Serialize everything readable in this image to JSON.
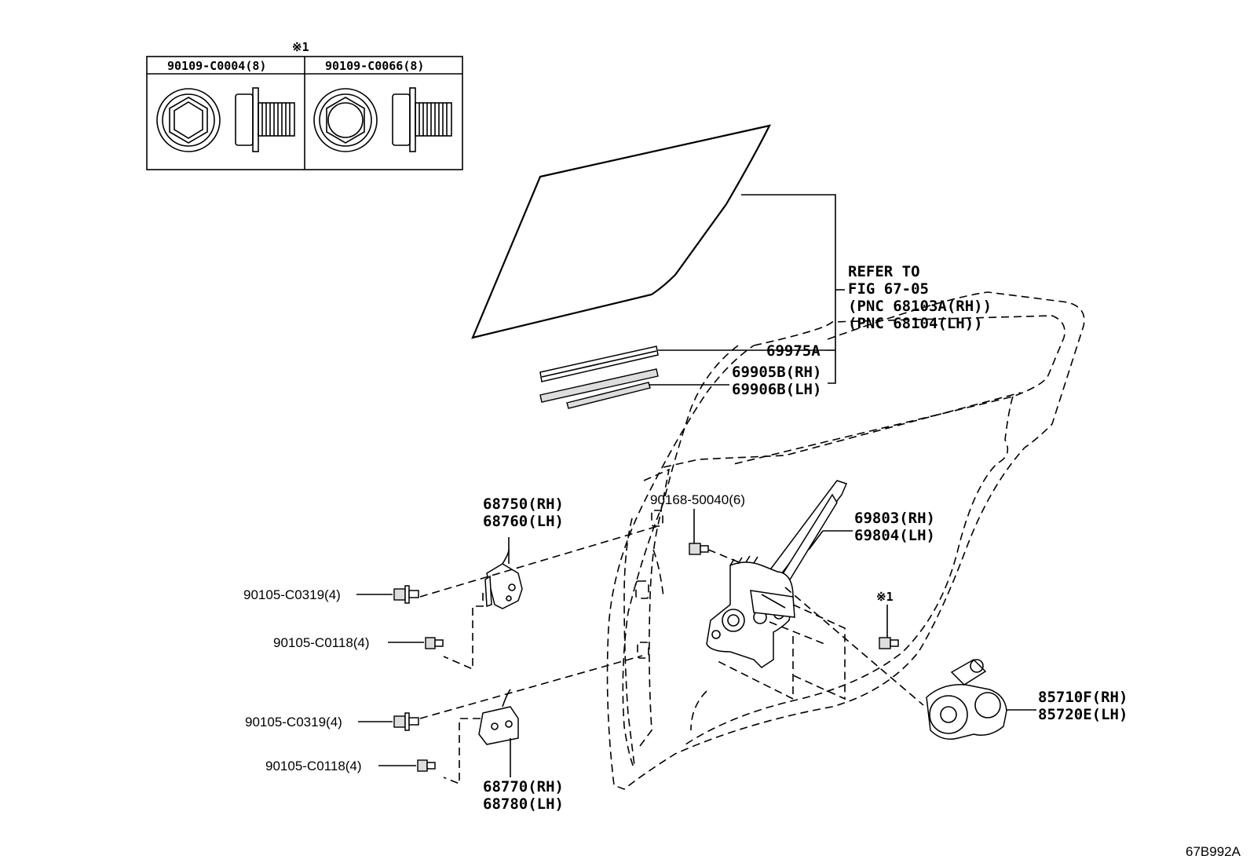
{
  "fastener_table": {
    "note": "※1",
    "columns": [
      "90109-C0004(8)",
      "90109-C0066(8)"
    ]
  },
  "reference_note": {
    "lines": [
      "REFER TO",
      "FIG 67-05",
      "(PNC 68103A(RH))",
      "(PNC 68104(LH))"
    ]
  },
  "callouts": {
    "run_channel": "69975A",
    "weatherstrip_rh": "69905B(RH)",
    "weatherstrip_lh": "69906B(LH)",
    "upper_hinge_rh": "68750(RH)",
    "upper_hinge_lh": "68760(LH)",
    "screw_regulator": "90168-50040(6)",
    "regulator_rh": "69803(RH)",
    "regulator_lh": "69804(LH)",
    "bolt_upper_1": "90105-C0319(4)",
    "bolt_upper_2": "90105-C0118(4)",
    "bolt_lower_1": "90105-C0319(4)",
    "bolt_lower_2": "90105-C0118(4)",
    "bolt_motor_note": "※1",
    "motor_rh": "85710F(RH)",
    "motor_lh": "85720E(LH)",
    "lower_hinge_rh": "68770(RH)",
    "lower_hinge_lh": "68780(LH)"
  },
  "diagram_code": "67B992A"
}
